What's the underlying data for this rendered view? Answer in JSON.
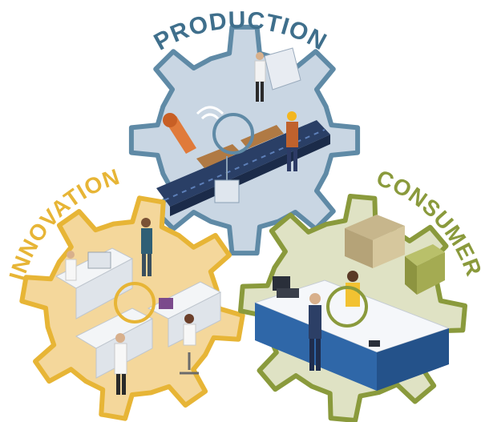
{
  "diagram": {
    "gears": [
      {
        "id": "production",
        "label": "PRODUCTION",
        "label_color": "#3f6f8c",
        "gear_fill": "#c9d6e3",
        "gear_stroke": "#5f8aa6",
        "icon": "factory-conveyor-scene"
      },
      {
        "id": "innovation",
        "label": "INNOVATION",
        "label_color": "#e7b536",
        "gear_fill": "#f4d79b",
        "gear_stroke": "#e7b536",
        "icon": "laboratory-scene"
      },
      {
        "id": "consumer",
        "label": "CONSUMER",
        "label_color": "#8a9a3c",
        "gear_fill": "#dfe2c4",
        "gear_stroke": "#8a9a3c",
        "icon": "retail-store-scene"
      }
    ]
  }
}
